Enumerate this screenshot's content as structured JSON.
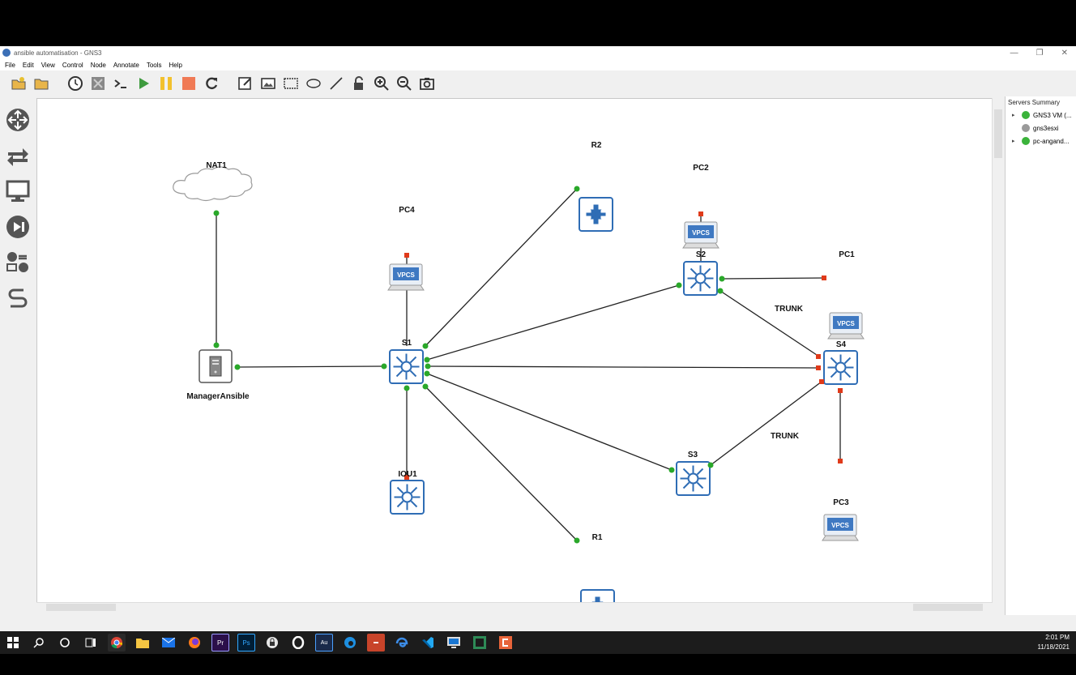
{
  "window": {
    "title": "ansible automatisation - GNS3",
    "min": "—",
    "max": "❐",
    "close": "✕"
  },
  "menu": [
    "File",
    "Edit",
    "View",
    "Control",
    "Node",
    "Annotate",
    "Tools",
    "Help"
  ],
  "servers": {
    "title": "Servers Summary",
    "items": [
      {
        "label": "GNS3 VM (...",
        "expand": "▸",
        "color": "#3bb33b"
      },
      {
        "label": "gns3esxi",
        "expand": "",
        "color": "#9a9a9a"
      },
      {
        "label": "pc-angand...",
        "expand": "▸",
        "color": "#3bb33b"
      }
    ]
  },
  "topology": {
    "nodes": {
      "NAT1": "NAT1",
      "ManagerAnsible": "ManagerAnsible",
      "PC4": "PC4",
      "S1": "S1",
      "IOU1": "IOU1",
      "R2": "R2",
      "R1": "R1",
      "PC2": "PC2",
      "S2": "S2",
      "PC1": "PC1",
      "S4": "S4",
      "S3": "S3",
      "PC3": "PC3"
    },
    "vpcs_text": "VPCS",
    "trunk1": "TRUNK",
    "trunk2": "TRUNK",
    "colors": {
      "link_up": "#2aa82a",
      "link_down": "#e03a1a",
      "device_blue": "#2f6db5"
    }
  },
  "clock": {
    "time": "2:01 PM",
    "date": "11/18/2021"
  }
}
